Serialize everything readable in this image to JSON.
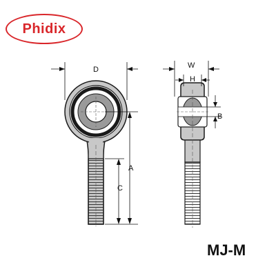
{
  "brand": {
    "name": "Phidix",
    "color": "#d9262a"
  },
  "model": "MJ-M",
  "dimensions": {
    "front": {
      "D": "D",
      "A": "A",
      "C": "C"
    },
    "side": {
      "W": "W",
      "H": "H",
      "B": "B"
    }
  },
  "colors": {
    "body": "#c8c8c8",
    "outline": "#1a1a1a",
    "ball": "#9a9a9a"
  }
}
